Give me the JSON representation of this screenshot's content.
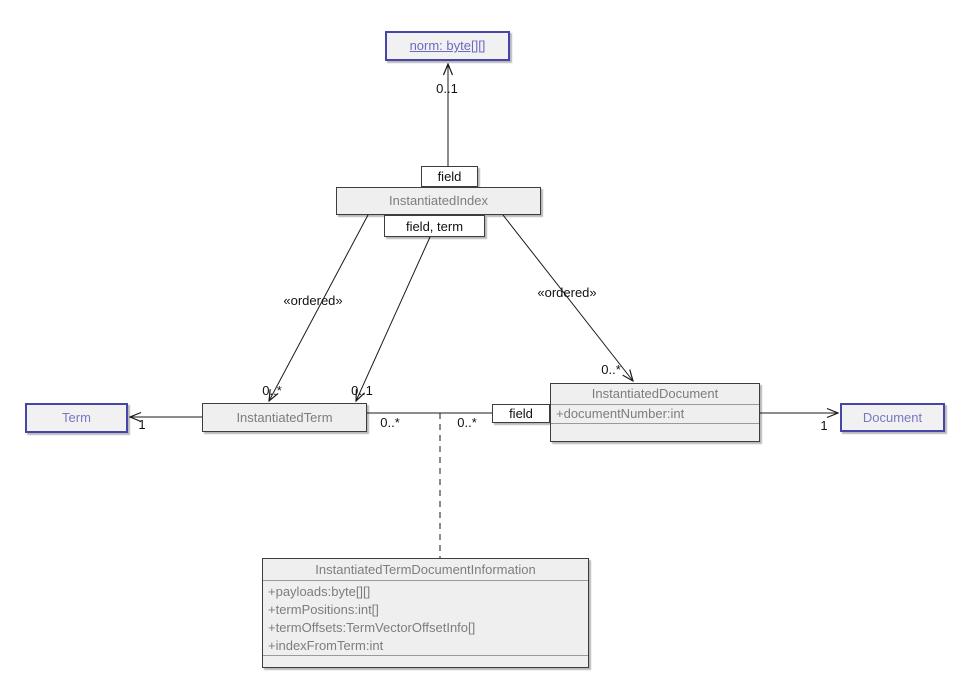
{
  "nodes": {
    "norm": {
      "label": "norm: byte[][]"
    },
    "field_qualifier_top": {
      "label": "field"
    },
    "instantiated_index": {
      "title": "InstantiatedIndex"
    },
    "field_term_qualifier": {
      "label": "field, term"
    },
    "term": {
      "title": "Term"
    },
    "instantiated_term": {
      "title": "InstantiatedTerm"
    },
    "field_qualifier_document": {
      "label": "field"
    },
    "instantiated_document": {
      "title": "InstantiatedDocument",
      "attributes": [
        "+documentNumber:int"
      ]
    },
    "document": {
      "title": "Document"
    },
    "instantiated_term_document_information": {
      "title": "InstantiatedTermDocumentInformation",
      "attributes": [
        "+payloads:byte[][]",
        "+termPositions:int[]",
        "+termOffsets:TermVectorOffsetInfo[]",
        "+indexFromTerm:int"
      ]
    }
  },
  "edge_labels": {
    "norm_multiplicity": "0..1",
    "ordered_left": "«ordered»",
    "ordered_right": "«ordered»",
    "term_end_mult_left": "0..*",
    "term_end_mult_right": "0..1",
    "document_end_mult": "0..*",
    "term_mult_one": "1",
    "document_mult_one": "1",
    "assoc_mult_left": "0..*",
    "assoc_mult_right": "0..*"
  },
  "colors": {
    "class_fill": "#efefef",
    "class_border": "#3d3d3d",
    "class_text": "#7d7d7d",
    "link_border": "#4646aa",
    "link_text": "#7878c4",
    "edge_stroke": "#1a1a1a",
    "qualifier_fill": "#ffffff"
  }
}
